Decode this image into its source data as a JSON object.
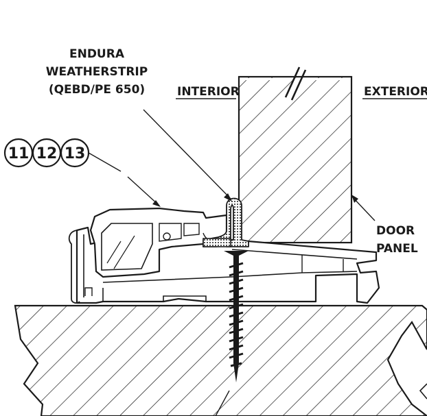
{
  "labels": {
    "weatherstrip_line1": "ENDURA",
    "weatherstrip_line2": "WEATHERSTRIP",
    "weatherstrip_line3": "(QEBD/PE 650)",
    "interior": "INTERIOR",
    "exterior": "EXTERIOR",
    "door_line1": "DOOR",
    "door_line2": "PANEL"
  },
  "callouts": [
    "11",
    "12",
    "13"
  ],
  "colors": {
    "ink": "#1a1a1a",
    "background": "#ffffff"
  }
}
